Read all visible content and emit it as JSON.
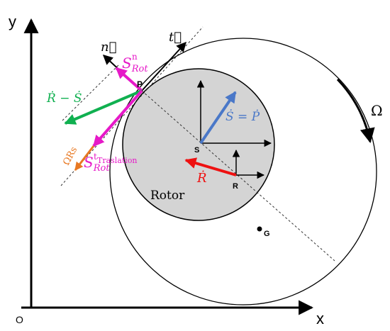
{
  "axes": {
    "x_label": "x",
    "y_label": "y",
    "origin_label": "O"
  },
  "points": {
    "p": "P",
    "s": "S",
    "r": "R",
    "g": "G"
  },
  "vectors": {
    "n": "n⃗",
    "t": "t⃗",
    "s_rot_n_base": "S",
    "s_rot_n_sub": "Rot",
    "s_rot_n_sup": "n",
    "s_rot_t_base": "S",
    "s_rot_t_sub": "Rot",
    "s_rot_t_sup": "t",
    "translation": "Traslation",
    "r_dot_minus_s_dot": "Ṙ − Ṡ",
    "s_dot_equals_p_dot": "Ṡ = Ṗ",
    "r_dot": "Ṙ",
    "omega_rs": "ΩRs",
    "omega": "Ω"
  },
  "labels": {
    "rotor": "Rotor"
  },
  "colors": {
    "magenta": "#e619c8",
    "green": "#10b050",
    "blue": "#4a78c8",
    "red": "#ee1111",
    "orange": "#e87822",
    "rotor_fill": "#d4d4d4"
  }
}
